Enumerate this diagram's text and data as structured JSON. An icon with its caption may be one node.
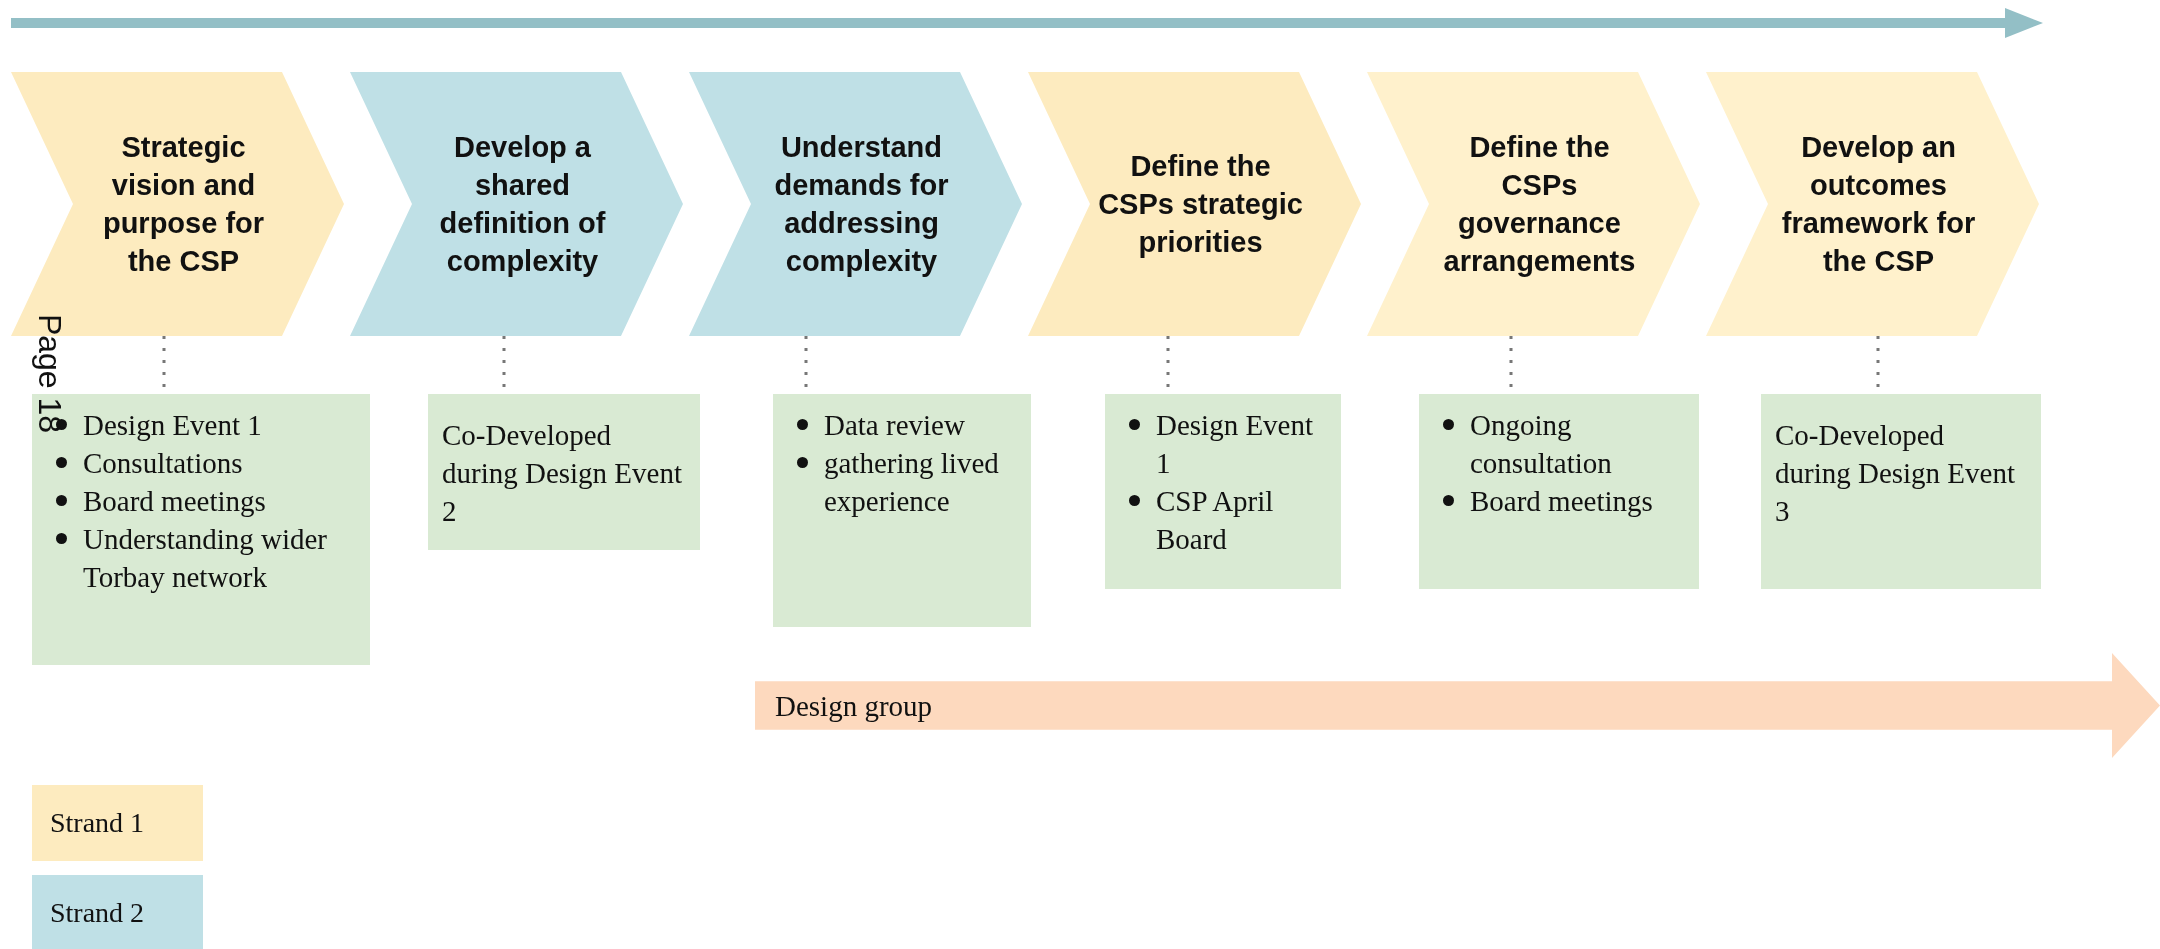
{
  "diagram": {
    "nodes": [
      {
        "text": [
          "Strategic vision and purpose for the CSP"
        ]
      },
      {
        "text": [
          "Develop a shared definition of complexity"
        ]
      },
      {
        "text": [
          "Understand demands for addressing complexity"
        ]
      },
      {
        "text": [
          "Define the CSPs strategic priorities"
        ]
      },
      {
        "text": [
          "Define the CSPs governance arrangements"
        ]
      },
      {
        "text": [
          "Develop an outcomes framework for the CSP"
        ]
      },
      {
        "text": [
          "Design Event 1",
          "Consultations",
          "Board meetings",
          "Understanding wider Torbay network"
        ]
      },
      {
        "text": [
          "Co-Developed during Design Event 2"
        ]
      },
      {
        "text": [
          "Data review",
          "gathering lived experience"
        ]
      },
      {
        "text": [
          "Design Event 1",
          "CSP April Board"
        ]
      },
      {
        "text": [
          "Ongoing consultation",
          "Board meetings"
        ]
      },
      {
        "text": [
          "Co-Developed during Design Event 3"
        ]
      },
      {
        "text": [
          "Design group"
        ]
      }
    ],
    "edges": [
      {
        "from": 0,
        "to": 6,
        "arrow": "none",
        "style": "dashed"
      },
      {
        "from": 1,
        "to": 7,
        "arrow": "none",
        "style": "dashed"
      },
      {
        "from": 2,
        "to": 8,
        "arrow": "none",
        "style": "dashed"
      },
      {
        "from": 3,
        "to": 9,
        "arrow": "none",
        "style": "dashed"
      },
      {
        "from": 4,
        "to": 10,
        "arrow": "none",
        "style": "dashed"
      },
      {
        "from": 5,
        "to": 11,
        "arrow": "none",
        "style": "dashed"
      }
    ],
    "labels": [
      "Page 18"
    ],
    "legend": [
      {
        "text": "Strand 1",
        "color": "#fdebbf"
      },
      {
        "text": "Strand 2",
        "color": "#bfe0e6"
      }
    ]
  }
}
